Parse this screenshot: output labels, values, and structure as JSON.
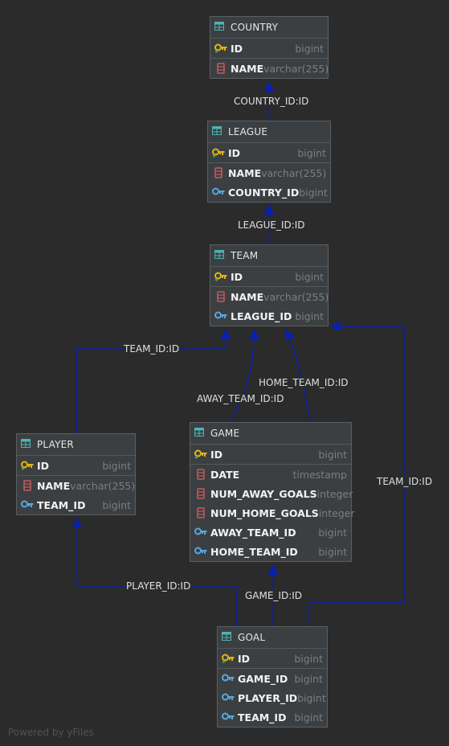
{
  "tables": {
    "country": {
      "name": "COUNTRY",
      "columns": [
        {
          "name": "ID",
          "type": "bigint",
          "icon": "primary-key-icon"
        },
        {
          "name": "NAME",
          "type": "varchar(255)",
          "icon": "column-icon"
        }
      ]
    },
    "league": {
      "name": "LEAGUE",
      "columns": [
        {
          "name": "ID",
          "type": "bigint",
          "icon": "primary-key-icon"
        },
        {
          "name": "NAME",
          "type": "varchar(255)",
          "icon": "column-icon"
        },
        {
          "name": "COUNTRY_ID",
          "type": "bigint",
          "icon": "foreign-key-icon"
        }
      ]
    },
    "team": {
      "name": "TEAM",
      "columns": [
        {
          "name": "ID",
          "type": "bigint",
          "icon": "primary-key-icon"
        },
        {
          "name": "NAME",
          "type": "varchar(255)",
          "icon": "column-icon"
        },
        {
          "name": "LEAGUE_ID",
          "type": "bigint",
          "icon": "foreign-key-icon"
        }
      ]
    },
    "player": {
      "name": "PLAYER",
      "columns": [
        {
          "name": "ID",
          "type": "bigint",
          "icon": "primary-key-icon"
        },
        {
          "name": "NAME",
          "type": "varchar(255)",
          "icon": "column-icon"
        },
        {
          "name": "TEAM_ID",
          "type": "bigint",
          "icon": "foreign-key-icon"
        }
      ]
    },
    "game": {
      "name": "GAME",
      "columns": [
        {
          "name": "ID",
          "type": "bigint",
          "icon": "primary-key-icon"
        },
        {
          "name": "DATE",
          "type": "timestamp",
          "icon": "column-icon"
        },
        {
          "name": "NUM_AWAY_GOALS",
          "type": "integer",
          "icon": "column-icon"
        },
        {
          "name": "NUM_HOME_GOALS",
          "type": "integer",
          "icon": "column-icon"
        },
        {
          "name": "AWAY_TEAM_ID",
          "type": "bigint",
          "icon": "foreign-key-icon"
        },
        {
          "name": "HOME_TEAM_ID",
          "type": "bigint",
          "icon": "foreign-key-icon"
        }
      ]
    },
    "goal": {
      "name": "GOAL",
      "columns": [
        {
          "name": "ID",
          "type": "bigint",
          "icon": "primary-key-icon"
        },
        {
          "name": "GAME_ID",
          "type": "bigint",
          "icon": "foreign-key-icon"
        },
        {
          "name": "PLAYER_ID",
          "type": "bigint",
          "icon": "foreign-key-icon"
        },
        {
          "name": "TEAM_ID",
          "type": "bigint",
          "icon": "foreign-key-icon"
        }
      ]
    }
  },
  "relations": {
    "league_country": "COUNTRY_ID:ID",
    "team_league": "LEAGUE_ID:ID",
    "player_team": "TEAM_ID:ID",
    "game_away_team": "AWAY_TEAM_ID:ID",
    "game_home_team": "HOME_TEAM_ID:ID",
    "goal_team": "TEAM_ID:ID",
    "goal_player": "PLAYER_ID:ID",
    "goal_game": "GAME_ID:ID"
  },
  "watermark": "Powered by yFiles",
  "colors": {
    "background": "#2b2b2b",
    "table": "#3c3f41",
    "edge": "#0b1fa8",
    "primary_key": "#e2b614",
    "foreign_key": "#5aa6e0",
    "column": "#c45c5c"
  }
}
